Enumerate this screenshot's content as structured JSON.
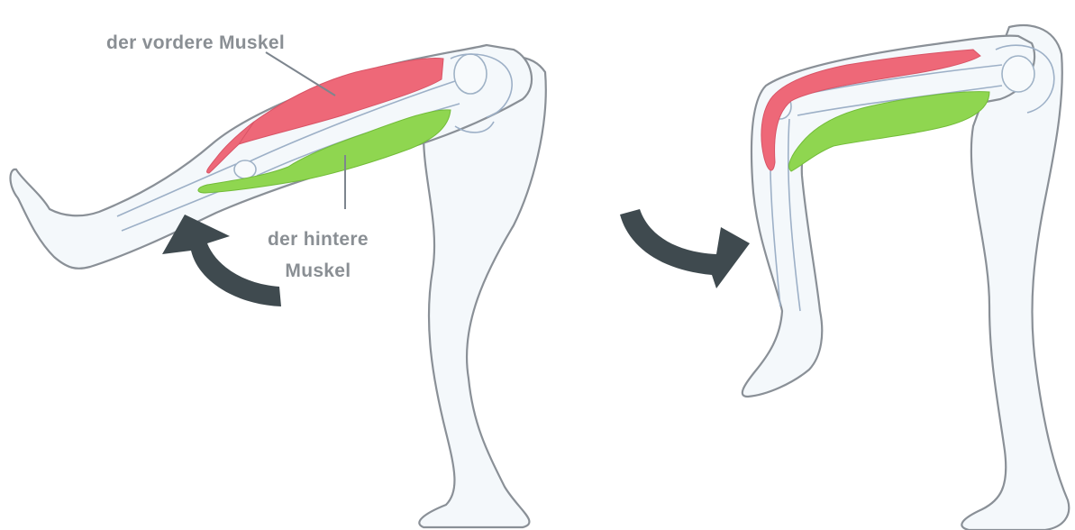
{
  "labels": {
    "front_muscle": "der vordere Muskel",
    "back_muscle_line1": "der hintere",
    "back_muscle_line2": "Muskel"
  },
  "colors": {
    "front_muscle": "#ee6878",
    "back_muscle": "#8fd650",
    "arrow": "#3f4a4f",
    "label": "#8a8f94",
    "outline": "#8a9097",
    "bone": "#9db0c7"
  }
}
